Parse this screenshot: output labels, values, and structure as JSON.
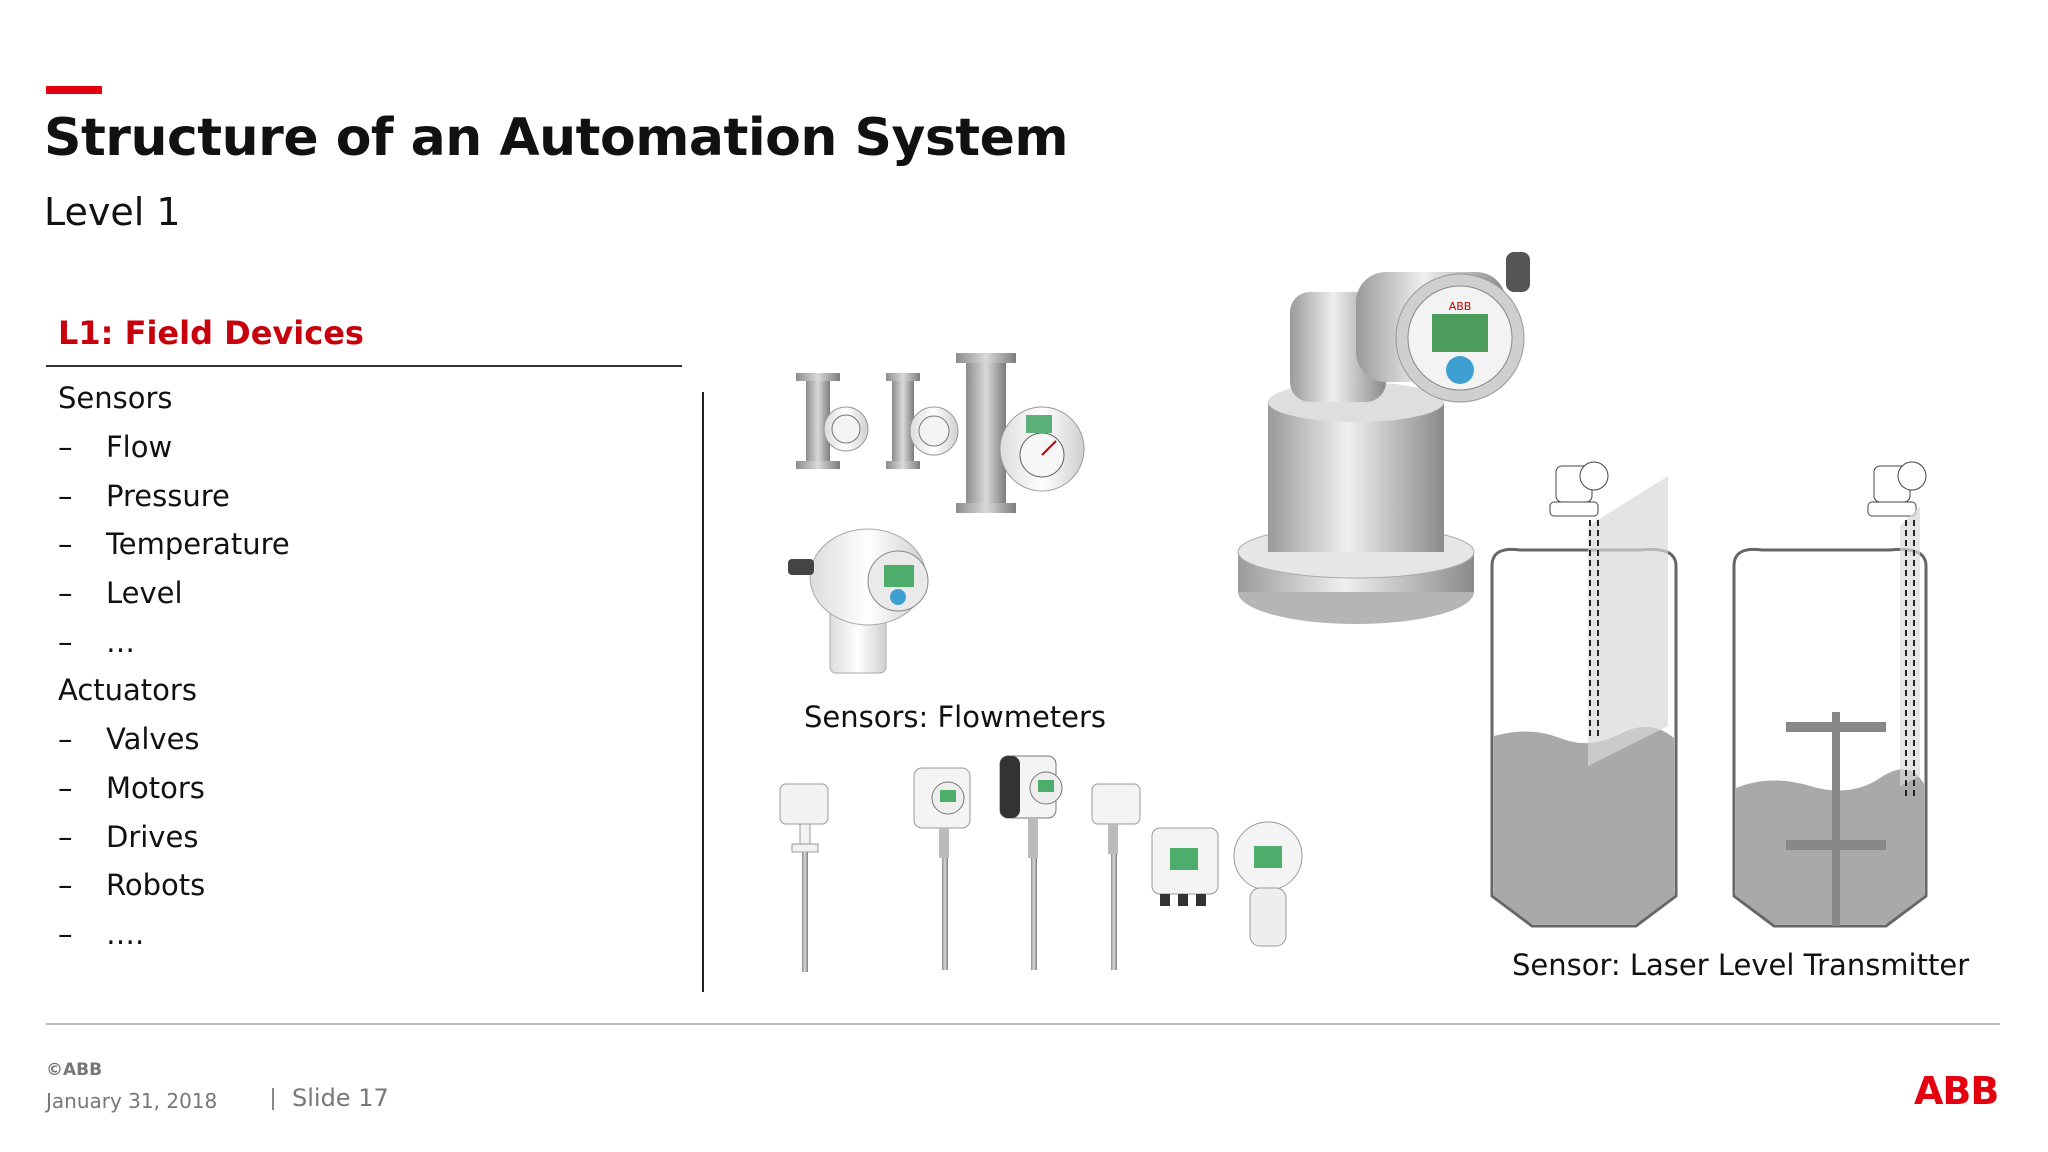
{
  "header": {
    "title": "Structure of an Automation System",
    "subtitle": "Level 1",
    "accent_color": "#e3000f"
  },
  "section": {
    "heading": "L1: Field Devices",
    "heading_color": "#c8000c"
  },
  "list": [
    {
      "type": "head",
      "text": "Sensors"
    },
    {
      "type": "item",
      "dash": "–",
      "text": "Flow"
    },
    {
      "type": "item",
      "dash": "–",
      "text": "Pressure"
    },
    {
      "type": "item",
      "dash": "–",
      "text": "Temperature"
    },
    {
      "type": "item",
      "dash": "–",
      "text": "Level"
    },
    {
      "type": "item",
      "dash": "–",
      "text": "…"
    },
    {
      "type": "head",
      "text": "Actuators"
    },
    {
      "type": "item",
      "dash": "–",
      "text": "Valves"
    },
    {
      "type": "item",
      "dash": "–",
      "text": "Motors"
    },
    {
      "type": "item",
      "dash": "–",
      "text": "Drives"
    },
    {
      "type": "item",
      "dash": "–",
      "text": "Robots"
    },
    {
      "type": "item",
      "dash": "–",
      "text": "…."
    }
  ],
  "images": {
    "flowmeters_caption": "Sensors: Flowmeters",
    "laser_caption": "Sensor: Laser Level Transmitter",
    "device_brand": "ABB"
  },
  "footer": {
    "copyright": "©ABB",
    "date": "January 31, 2018",
    "slide": "Slide 17",
    "logo_text": "ABB",
    "logo_color": "#e3000f"
  }
}
